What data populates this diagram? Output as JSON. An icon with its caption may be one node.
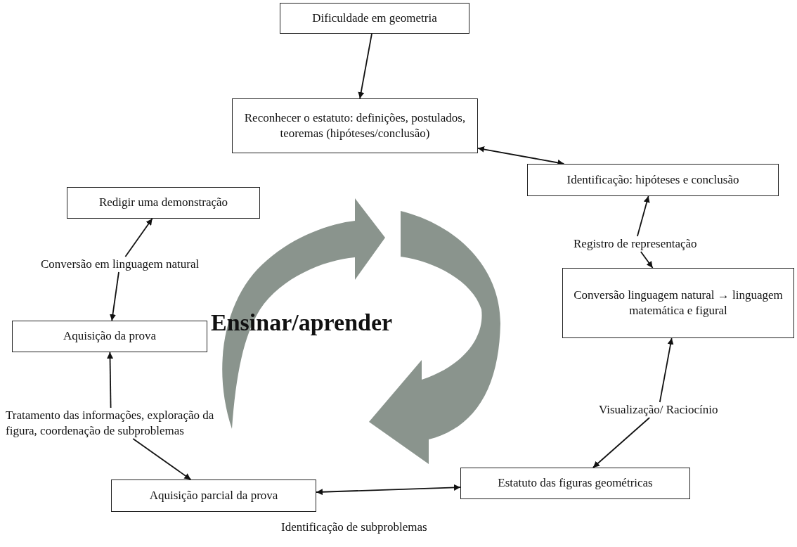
{
  "diagram": {
    "nodes": [
      {
        "text": [
          "Dificuldade em geometria"
        ]
      },
      {
        "text": [
          "Reconhecer o estatuto: definições, postulados, teoremas (hipóteses/conclusão)"
        ]
      },
      {
        "text": [
          "Identificação: hipóteses e conclusão"
        ]
      },
      {
        "text": [
          "Redigir uma demonstração"
        ]
      },
      {
        "text": [
          "Aquisição da prova"
        ]
      },
      {
        "text": [
          "Conversão linguagem natural → linguagem matemática e figural"
        ]
      },
      {
        "text": [
          "Estatuto das figuras geométricas"
        ]
      },
      {
        "text": [
          "Aquisição parcial da prova"
        ]
      },
      {
        "text": [
          "Conversão em linguagem natural"
        ]
      },
      {
        "text": [
          "Registro de representação"
        ]
      },
      {
        "text": [
          "Tratamento das informações, exploração da figura, coordenação de subproblemas"
        ]
      },
      {
        "text": [
          "Visualização/ Raciocínio"
        ]
      }
    ],
    "edges": [
      {
        "from": 0,
        "to": 1,
        "arrow": "to"
      },
      {
        "from": 1,
        "to": 2,
        "arrow": "both"
      },
      {
        "from": 8,
        "to": 3,
        "arrow": "to"
      },
      {
        "from": 8,
        "to": 4,
        "arrow": "to"
      },
      {
        "from": 9,
        "to": 2,
        "arrow": "to"
      },
      {
        "from": 9,
        "to": 5,
        "arrow": "to"
      },
      {
        "from": 10,
        "to": 4,
        "arrow": "to"
      },
      {
        "from": 10,
        "to": 7,
        "arrow": "to"
      },
      {
        "from": 11,
        "to": 5,
        "arrow": "to"
      },
      {
        "from": 11,
        "to": 6,
        "arrow": "to"
      },
      {
        "from": 7,
        "to": 6,
        "arrow": "both"
      }
    ],
    "labels": [
      "Ensinar/aprender",
      "Identificação de subproblemas"
    ]
  }
}
